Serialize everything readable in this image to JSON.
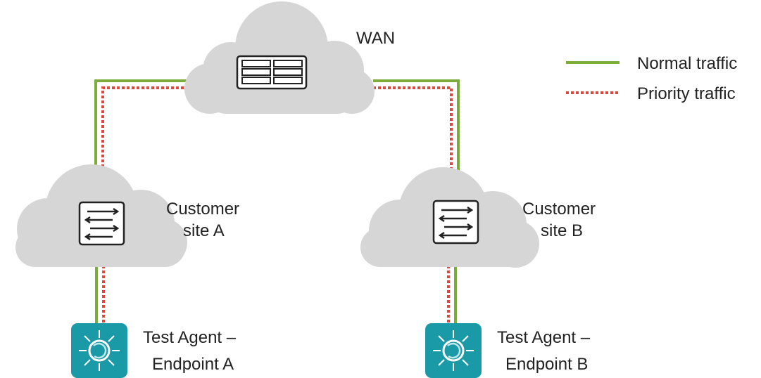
{
  "diagram": {
    "wan_label": "WAN",
    "site_a": {
      "label_line1": "Customer",
      "label_line2": "site A",
      "device_icon": "switch-arrows-icon"
    },
    "site_b": {
      "label_line1": "Customer",
      "label_line2": "site B",
      "device_icon": "switch-arrows-icon"
    },
    "endpoint_a": {
      "label_line1": "Test Agent –",
      "label_line2": "Endpoint A",
      "icon": "test-agent-icon"
    },
    "endpoint_b": {
      "label_line1": "Test Agent –",
      "label_line2": "Endpoint B",
      "icon": "test-agent-icon"
    },
    "wan_device_icon": "router-icon"
  },
  "legend": {
    "normal": "Normal traffic",
    "priority": "Priority traffic"
  },
  "colors": {
    "normal_traffic": "#7cac3b",
    "priority_traffic": "#e0473c",
    "cloud": "#d6d6d6",
    "agent": "#1a9aa6"
  }
}
